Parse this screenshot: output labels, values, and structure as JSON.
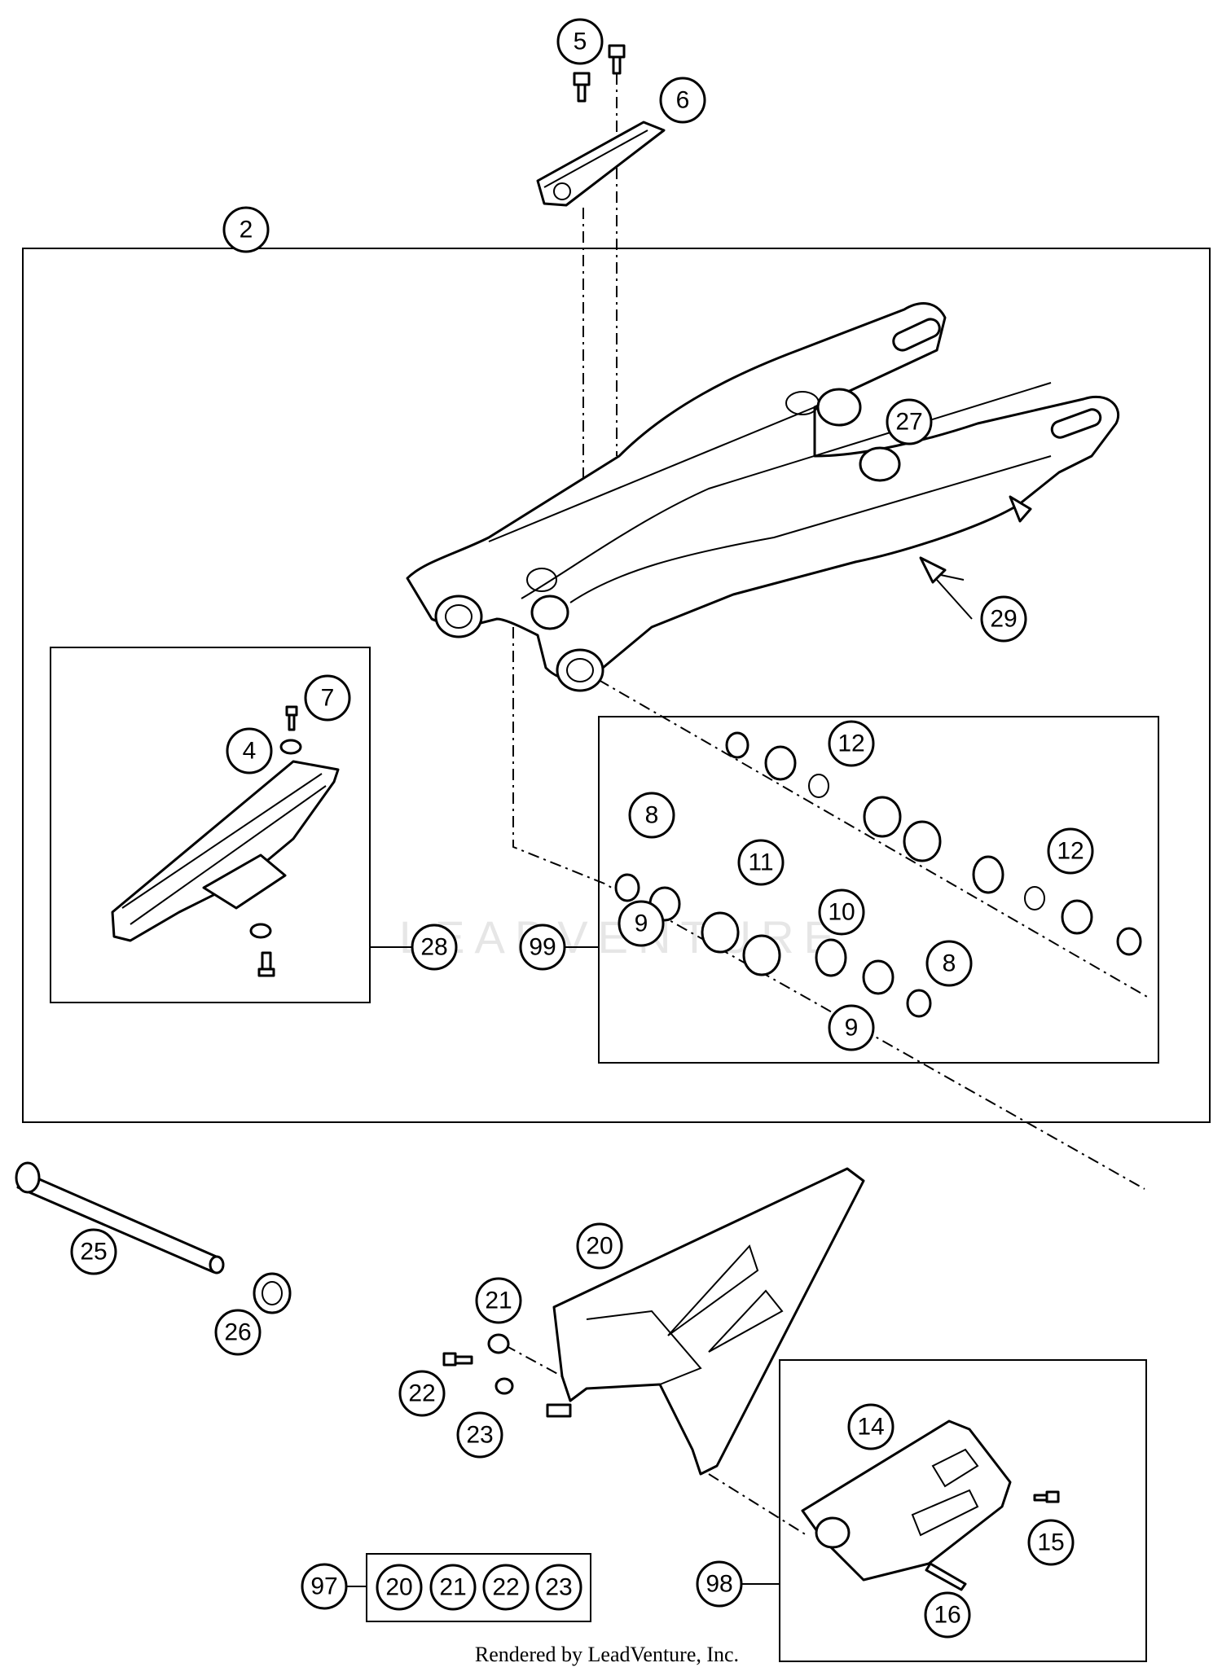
{
  "callouts": [
    {
      "id": "c5",
      "label": "5"
    },
    {
      "id": "c6",
      "label": "6"
    },
    {
      "id": "c2",
      "label": "2"
    },
    {
      "id": "c27",
      "label": "27"
    },
    {
      "id": "c29",
      "label": "29"
    },
    {
      "id": "c7",
      "label": "7"
    },
    {
      "id": "c4",
      "label": "4"
    },
    {
      "id": "c28",
      "label": "28"
    },
    {
      "id": "c12a",
      "label": "12"
    },
    {
      "id": "c12b",
      "label": "12"
    },
    {
      "id": "c8a",
      "label": "8"
    },
    {
      "id": "c11",
      "label": "11"
    },
    {
      "id": "c9a",
      "label": "9"
    },
    {
      "id": "c10",
      "label": "10"
    },
    {
      "id": "c99",
      "label": "99"
    },
    {
      "id": "c8b",
      "label": "8"
    },
    {
      "id": "c9b",
      "label": "9"
    },
    {
      "id": "c25",
      "label": "25"
    },
    {
      "id": "c26",
      "label": "26"
    },
    {
      "id": "c20",
      "label": "20"
    },
    {
      "id": "c21",
      "label": "21"
    },
    {
      "id": "c22",
      "label": "22"
    },
    {
      "id": "c23",
      "label": "23"
    },
    {
      "id": "c14",
      "label": "14"
    },
    {
      "id": "c15",
      "label": "15"
    },
    {
      "id": "c16",
      "label": "16"
    },
    {
      "id": "c98",
      "label": "98"
    },
    {
      "id": "c97",
      "label": "97"
    }
  ],
  "kit97": [
    "20",
    "21",
    "22",
    "23"
  ],
  "footer": "Rendered by LeadVenture, Inc.",
  "watermark": "LEADVENTURE"
}
